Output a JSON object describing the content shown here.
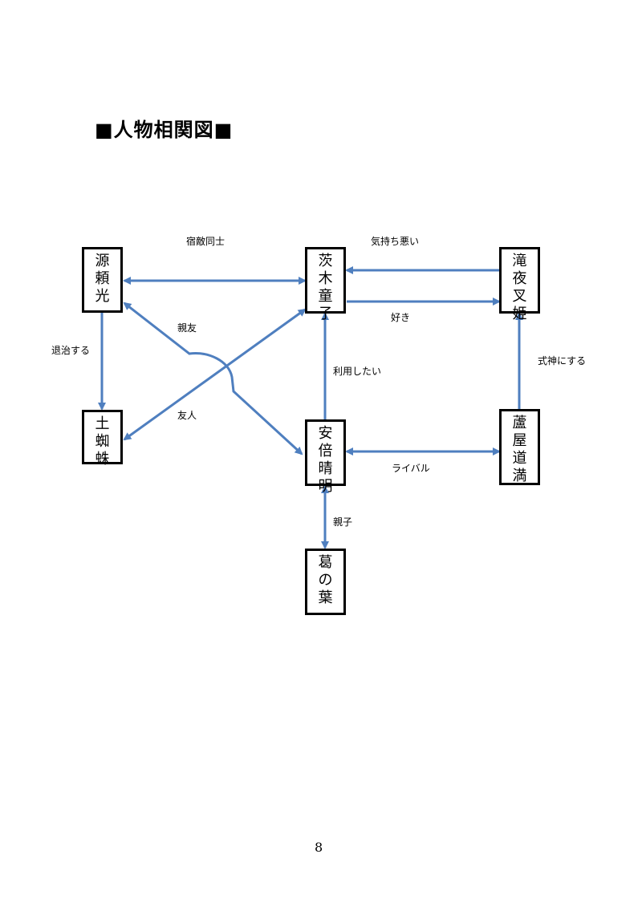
{
  "title": "■人物相関図■",
  "page_number": "8",
  "colors": {
    "edge": "#4f7fbf",
    "box_border": "#000000"
  },
  "nodes": {
    "yorimitsu": "源頼光",
    "ibaraki": "茨木童子",
    "takiyasha": "滝夜叉姫",
    "tsuchigumo": "土蜘蛛",
    "seimei": "安倍晴明",
    "doman": "蘆屋道満",
    "kuzunoha": "葛の葉"
  },
  "edges": {
    "yorimitsu_ibaraki": "宿敵同士",
    "takiyasha_ibaraki": "気持ち悪い",
    "ibaraki_takiyasha": "好き",
    "yorimitsu_tsuchigumo": "退治する",
    "yorimitsu_seimei": "親友",
    "tsuchigumo_ibaraki": "友人",
    "seimei_ibaraki": "利用したい",
    "doman_takiyasha": "式神にする",
    "seimei_doman": "ライバル",
    "seimei_kuzunoha": "親子"
  }
}
